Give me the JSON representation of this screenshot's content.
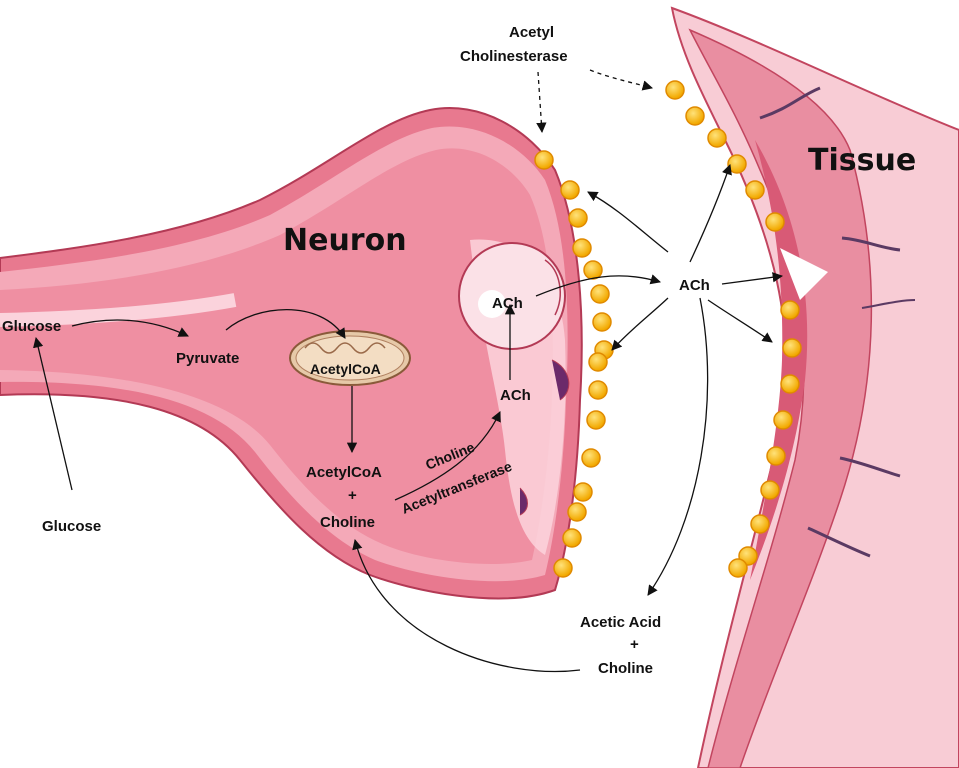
{
  "labels": {
    "neuron": "Neuron",
    "tissue": "Tissue",
    "acetyl_cholinesterase_line1": "Acetyl",
    "acetyl_cholinesterase_line2": "Cholinesterase",
    "glucose_in_axon": "Glucose",
    "glucose_outside": "Glucose",
    "pyruvate": "Pyruvate",
    "acetylcoa_mito": "AcetylCoA",
    "acetylcoa": "AcetylCoA",
    "plus_1": "+",
    "choline": "Choline",
    "enzyme_line1": "Choline",
    "enzyme_line2": "Acetyltransferase",
    "ach_vesicle": "ACh",
    "ach_terminal": "ACh",
    "ach_cleft": "ACh",
    "acetic_acid": "Acetic Acid",
    "plus_2": "+",
    "choline_recycled": "Choline"
  },
  "colors": {
    "neuron_outer": "#e8798f",
    "neuron_mid": "#f4a9b8",
    "neuron_inner": "#ef8fa2",
    "neuron_light": "#fbd3dc",
    "tissue_outer": "#f7c6d0",
    "tissue_band": "#e0637d",
    "receptor": "#6b2a6a",
    "enzyme_dot": "#f7b500",
    "enzyme_dot_edge": "#e08a00",
    "mitochondria": "#e6c9a8"
  },
  "icons": {
    "enzyme_dots": "yellow-dot-icon",
    "mitochondrion": "mitochondrion-icon",
    "vesicle": "vesicle-icon"
  }
}
